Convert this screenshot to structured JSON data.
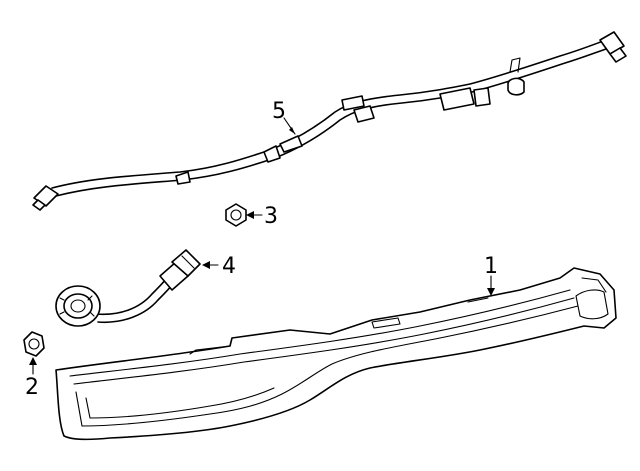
{
  "callouts": {
    "part_1": "1",
    "part_2": "2",
    "part_3": "3",
    "part_4": "4",
    "part_5": "5"
  }
}
